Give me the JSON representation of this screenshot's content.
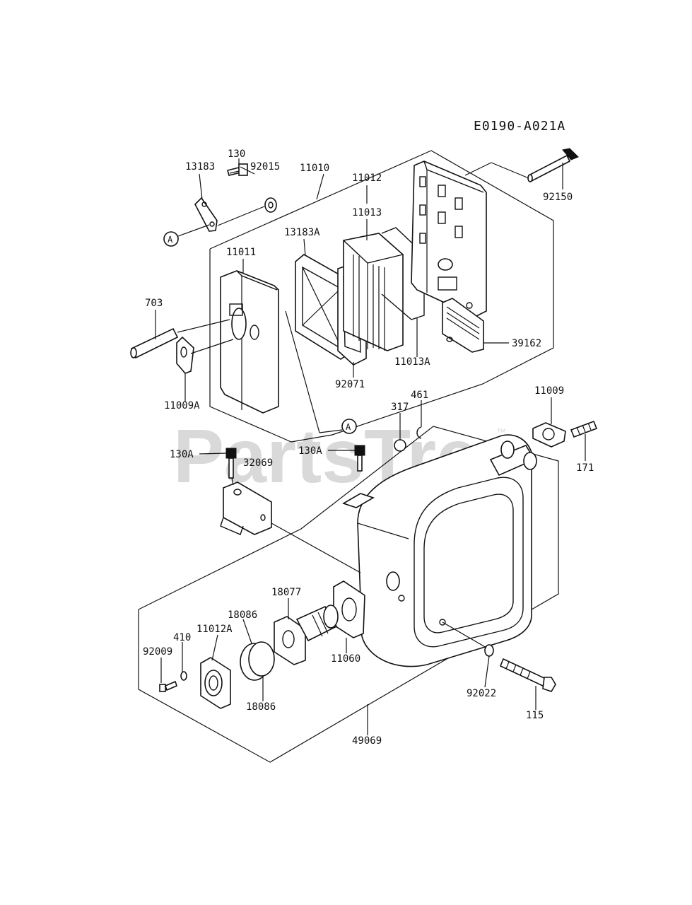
{
  "diagram": {
    "reference_code": "E0190-A021A",
    "watermark": "PartsTree",
    "watermark_mark": "™",
    "callout_marker": "A",
    "part_labels": {
      "p13183": "13183",
      "p130": "130",
      "p92015": "92015",
      "p11010": "11010",
      "p11012": "11012",
      "p11013": "11013",
      "p92150": "92150",
      "p13183A": "13183A",
      "p11011": "11011",
      "p703": "703",
      "p39162": "39162",
      "p11013A": "11013A",
      "p92071": "92071",
      "p11009A": "11009A",
      "p461": "461",
      "p317": "317",
      "p11009": "11009",
      "p130A_left": "130A",
      "p130A_mid": "130A",
      "p32069": "32069",
      "p171": "171",
      "p18077": "18077",
      "p18086_top": "18086",
      "p11012A": "11012A",
      "p410": "410",
      "p92009": "92009",
      "p11060": "11060",
      "p18086_bottom": "18086",
      "p92022": "92022",
      "p115": "115",
      "p49069": "49069"
    }
  }
}
